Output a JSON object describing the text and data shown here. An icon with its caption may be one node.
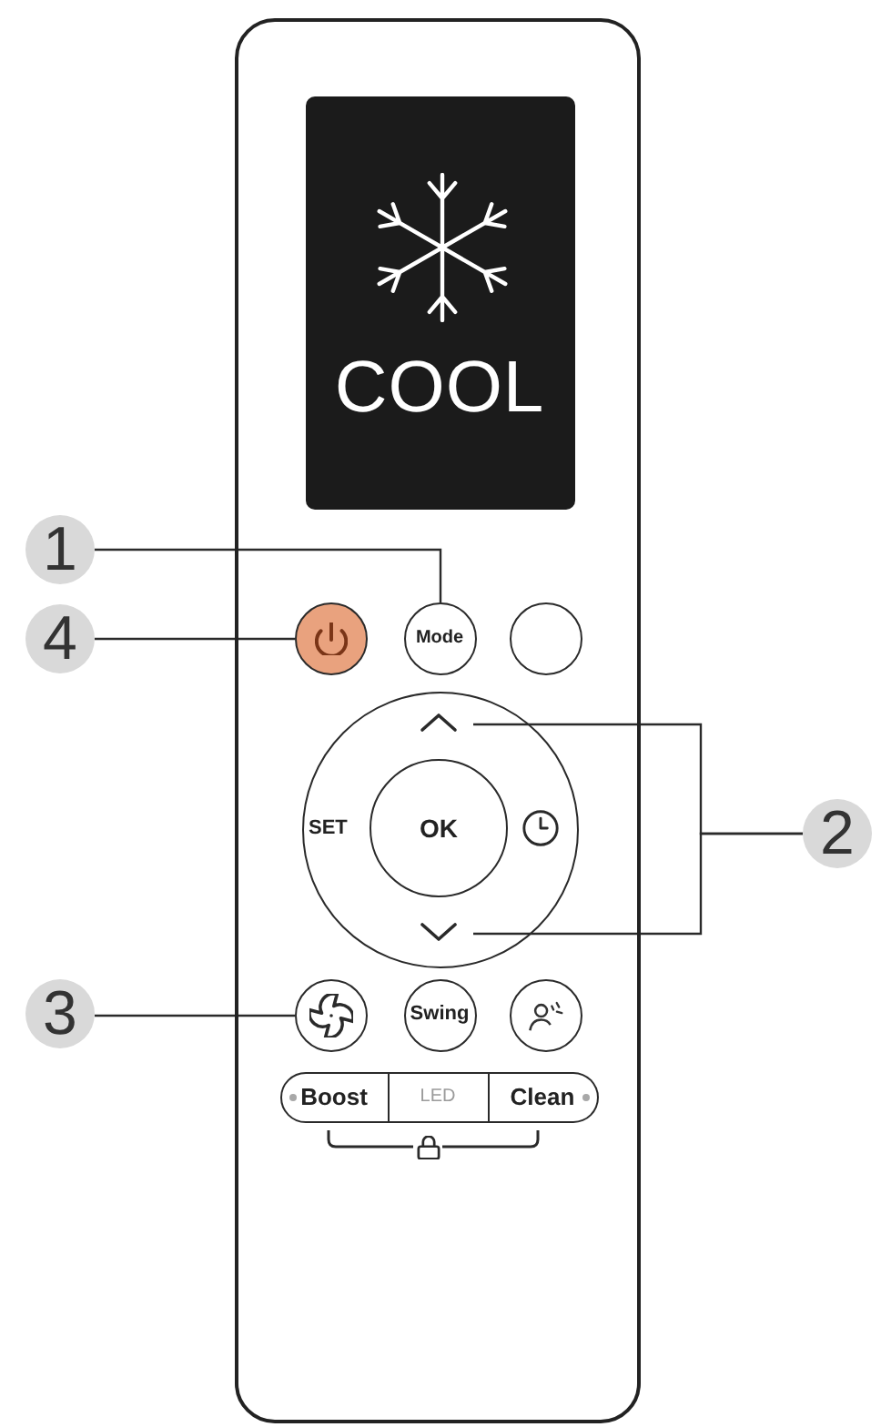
{
  "diagram": {
    "nodes": [
      {
        "text": [],
        "shape": "box"
      },
      {
        "text": [
          "COOL"
        ],
        "in": 0
      },
      {
        "text": [
          "1"
        ]
      },
      {
        "text": [
          "4"
        ]
      },
      {
        "text": [],
        "shape": "circle",
        "in": 0
      },
      {
        "text": [
          "Mode"
        ],
        "in": 0
      },
      {
        "text": [],
        "shape": "circle",
        "in": 0
      },
      {
        "text": [
          "SET"
        ],
        "in": 0
      },
      {
        "text": [],
        "shape": "chevron",
        "in": 7
      },
      {
        "text": [
          "OK"
        ],
        "in": 7
      },
      {
        "text": [
          "2"
        ]
      },
      {
        "text": [],
        "shape": "chevron",
        "in": 7
      },
      {
        "text": [
          "3"
        ]
      },
      {
        "text": [],
        "shape": "circle",
        "in": 0
      },
      {
        "text": [
          "Swing"
        ],
        "in": 0
      },
      {
        "text": [],
        "shape": "circle",
        "in": 0
      },
      {
        "text": [
          "Boost"
        ],
        "in": 0
      },
      {
        "text": [
          "LED"
        ],
        "in": 0
      },
      {
        "text": [
          "Clean"
        ],
        "in": 0
      }
    ],
    "edges": [
      {
        "from": 2,
        "to": 5,
        "arrow": "none"
      },
      {
        "from": 3,
        "to": 4,
        "arrow": "none"
      },
      {
        "from": 10,
        "to": 8,
        "arrow": "none"
      },
      {
        "from": 10,
        "to": 11,
        "arrow": "none"
      },
      {
        "from": 12,
        "to": 13,
        "arrow": "none"
      }
    ]
  }
}
